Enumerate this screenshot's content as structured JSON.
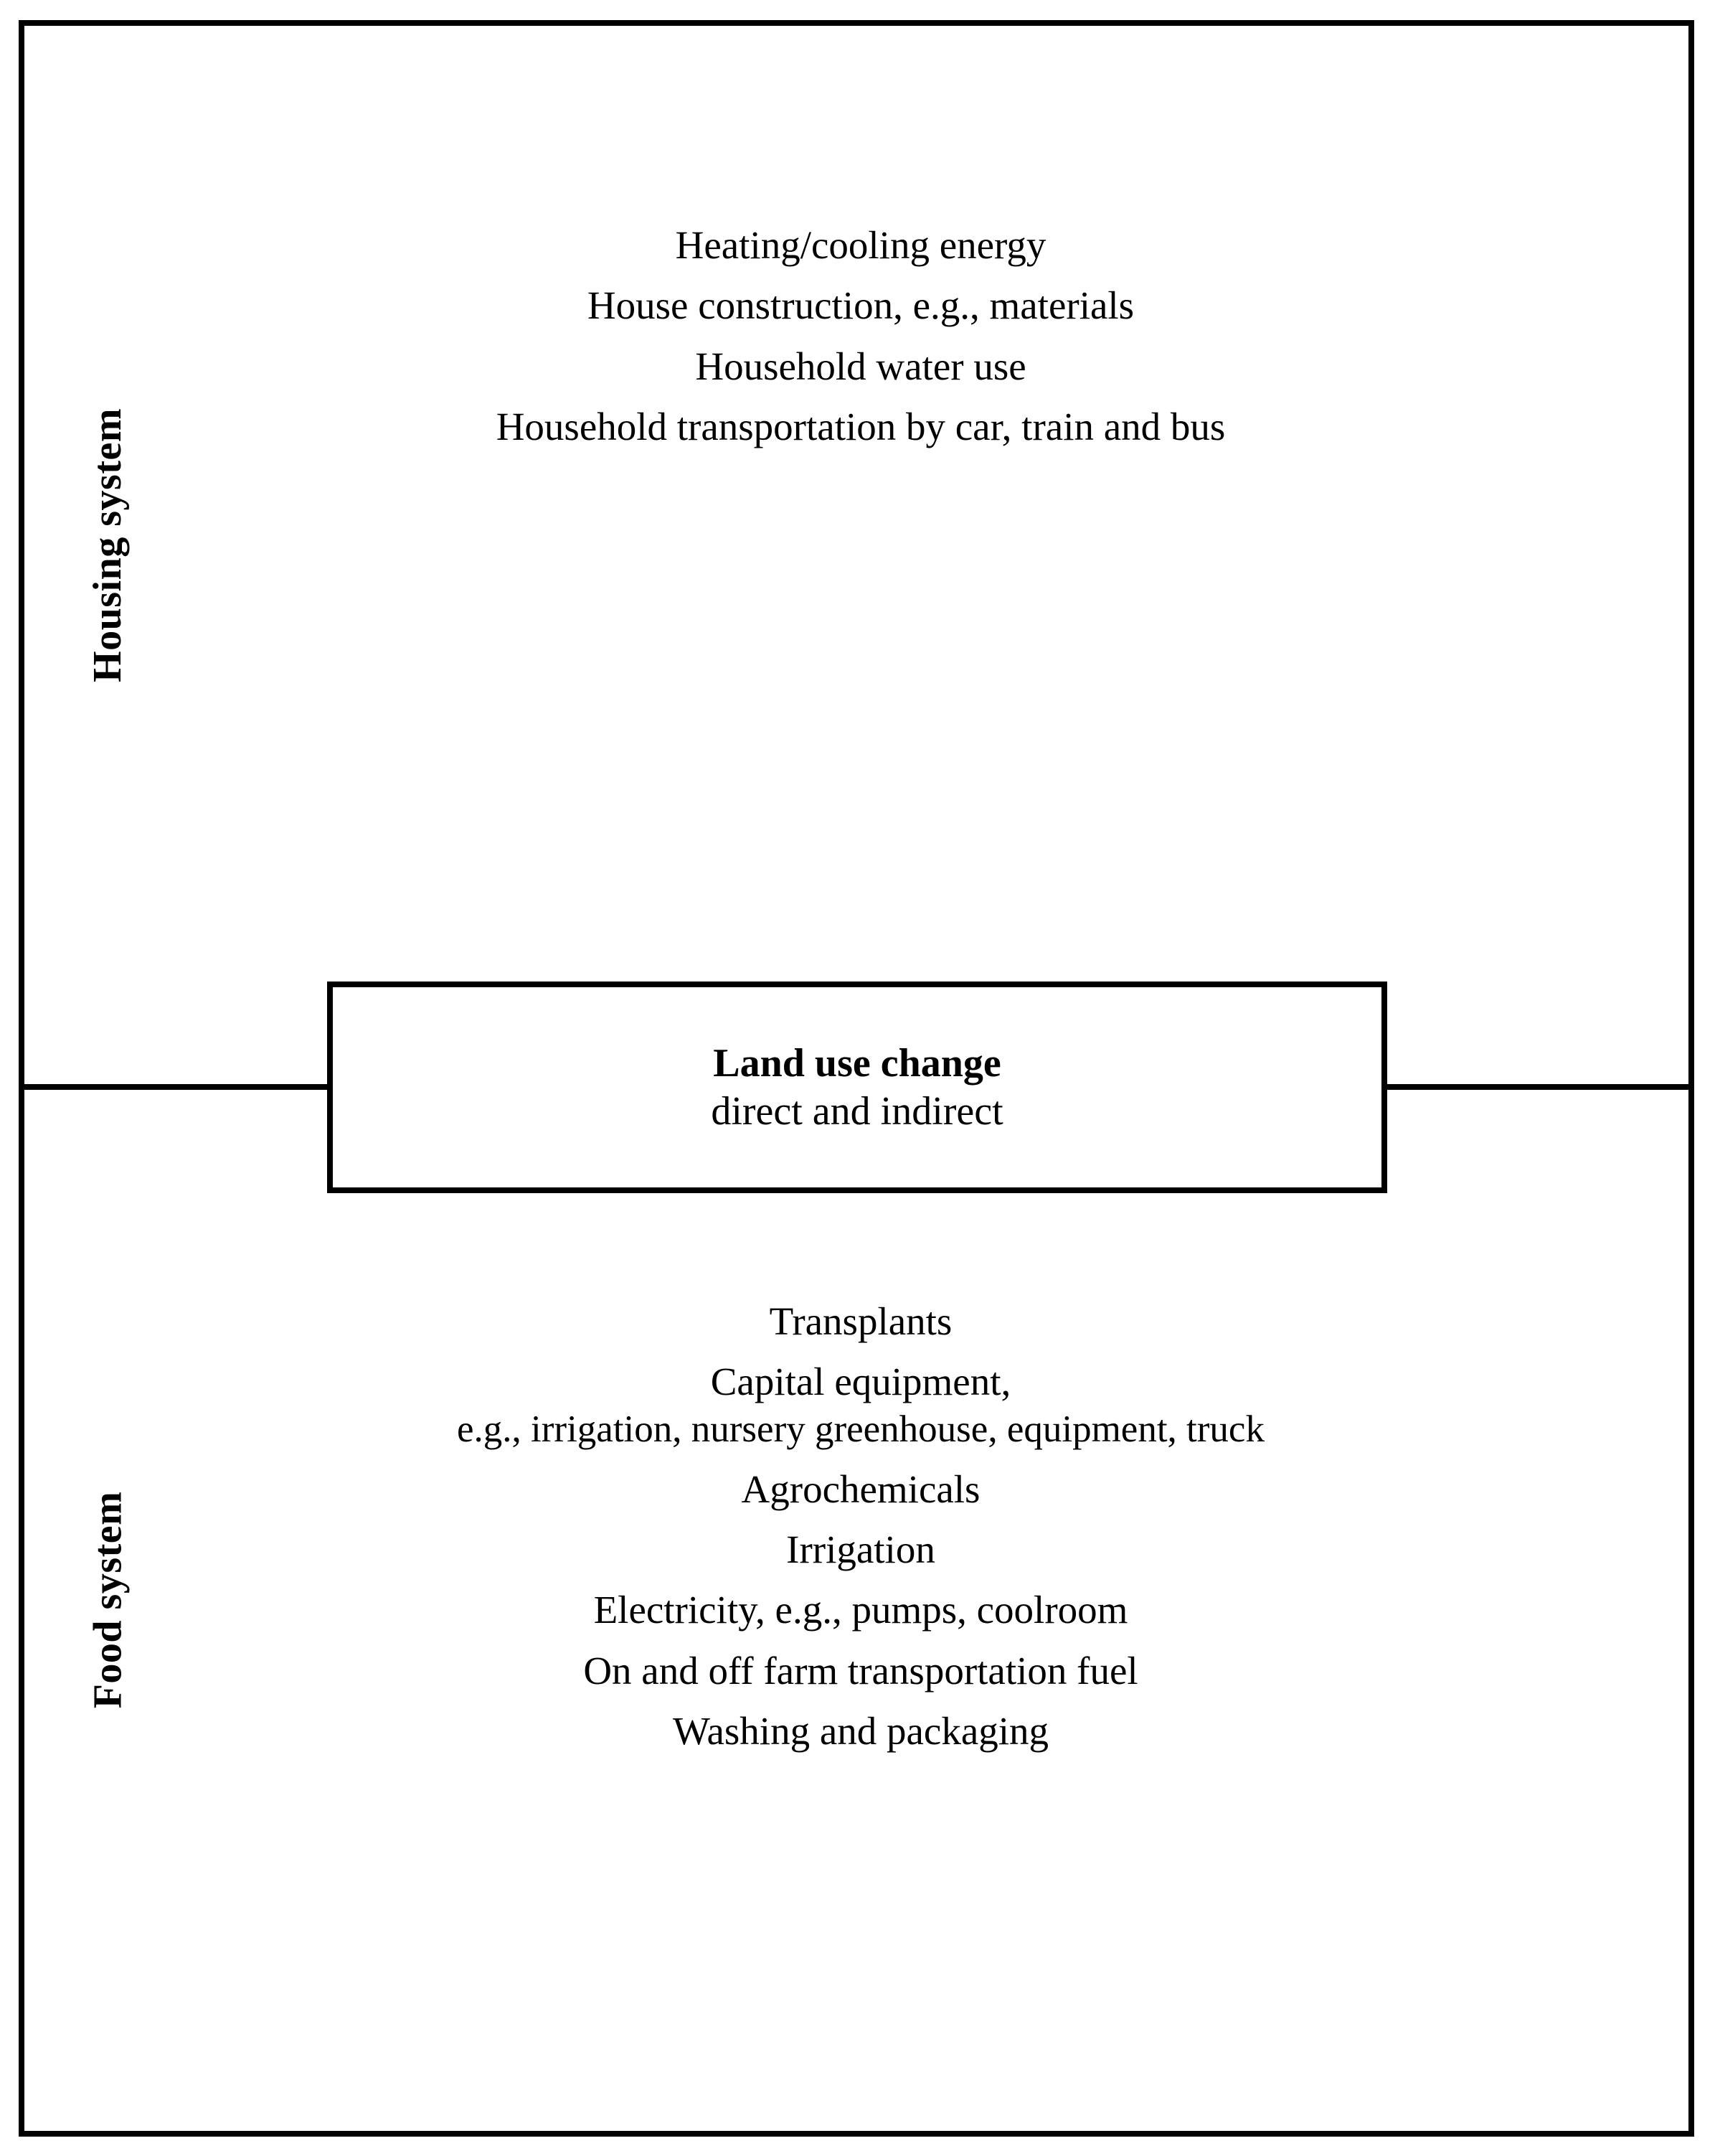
{
  "figure": {
    "frame_color": "#000000",
    "background_color": "#ffffff"
  },
  "housing_system": {
    "label": "Housing system",
    "items": [
      {
        "text": "Heating/cooling energy",
        "continuation": false
      },
      {
        "text": "House construction, e.g., materials",
        "continuation": false
      },
      {
        "text": "Household water use",
        "continuation": false
      },
      {
        "text": "Household transportation by car, train and bus",
        "continuation": false
      }
    ]
  },
  "land_use_change": {
    "title": "Land use change",
    "subtitle": "direct and indirect"
  },
  "food_system": {
    "label": "Food system",
    "items": [
      {
        "text": "Transplants",
        "continuation": false
      },
      {
        "text": "Capital equipment,",
        "continuation": false
      },
      {
        "text": "e.g., irrigation, nursery greenhouse, equipment, truck",
        "continuation": true
      },
      {
        "text": "Agrochemicals",
        "continuation": false
      },
      {
        "text": "Irrigation",
        "continuation": false
      },
      {
        "text": "Electricity, e.g., pumps, coolroom",
        "continuation": false
      },
      {
        "text": "On and off farm transportation fuel",
        "continuation": false
      },
      {
        "text": "Washing and packaging",
        "continuation": false
      }
    ]
  }
}
